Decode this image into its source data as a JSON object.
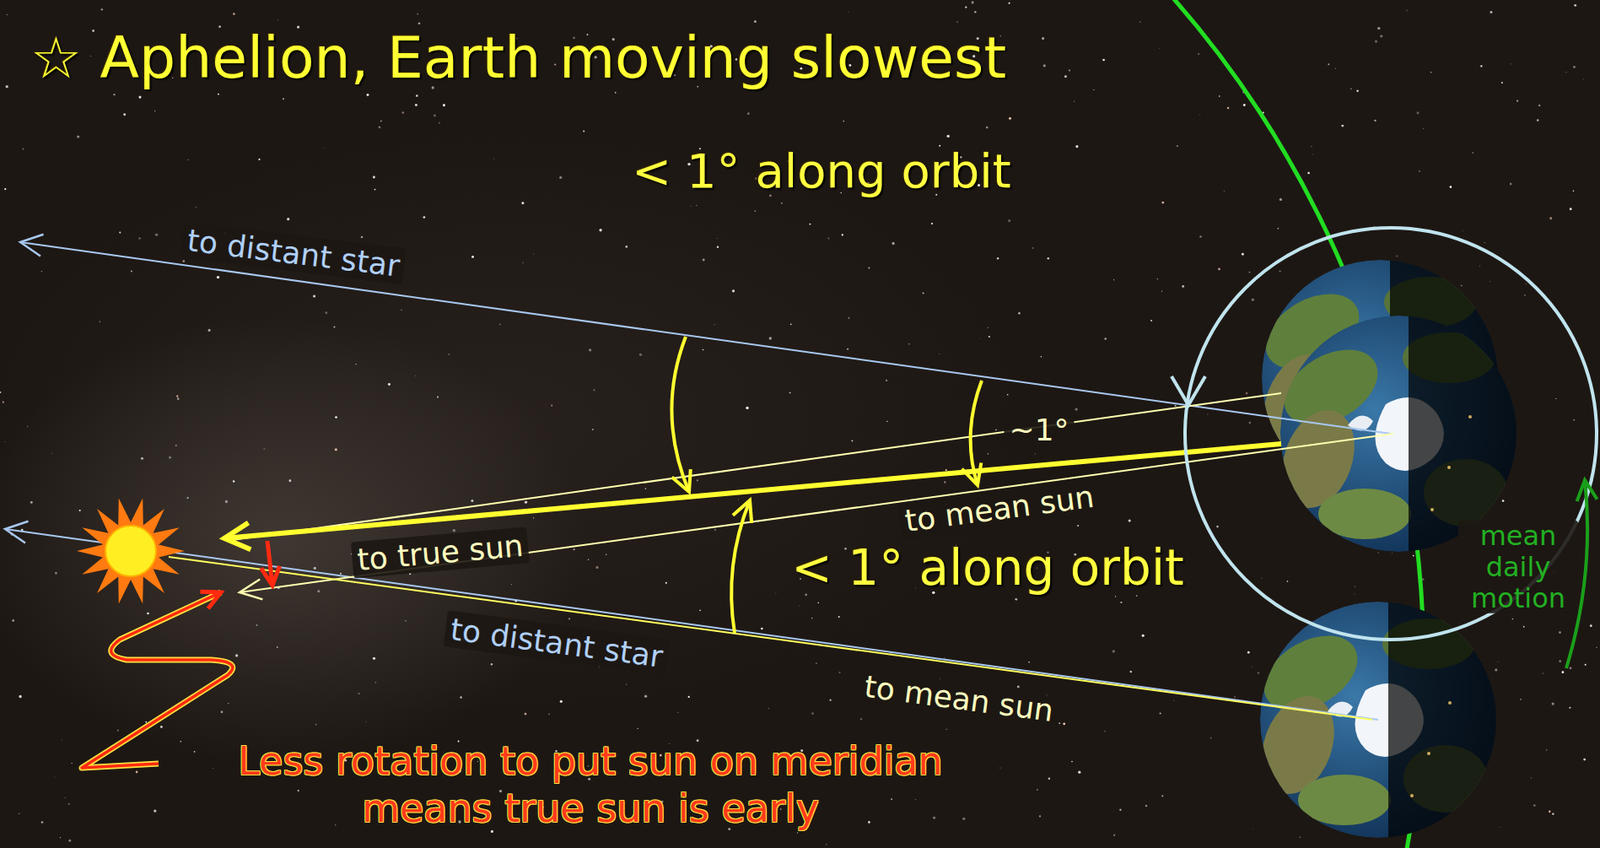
{
  "diagram": {
    "title": "☆ Aphelion, Earth moving slowest",
    "labels": [
      "< 1° along orbit",
      "to distant star",
      "~1°",
      "to mean sun",
      "to true sun",
      "< 1° along orbit",
      "mean daily motion",
      "to distant star",
      "to mean sun",
      "Less rotation to put sun on meridian means true sun is early"
    ]
  }
}
